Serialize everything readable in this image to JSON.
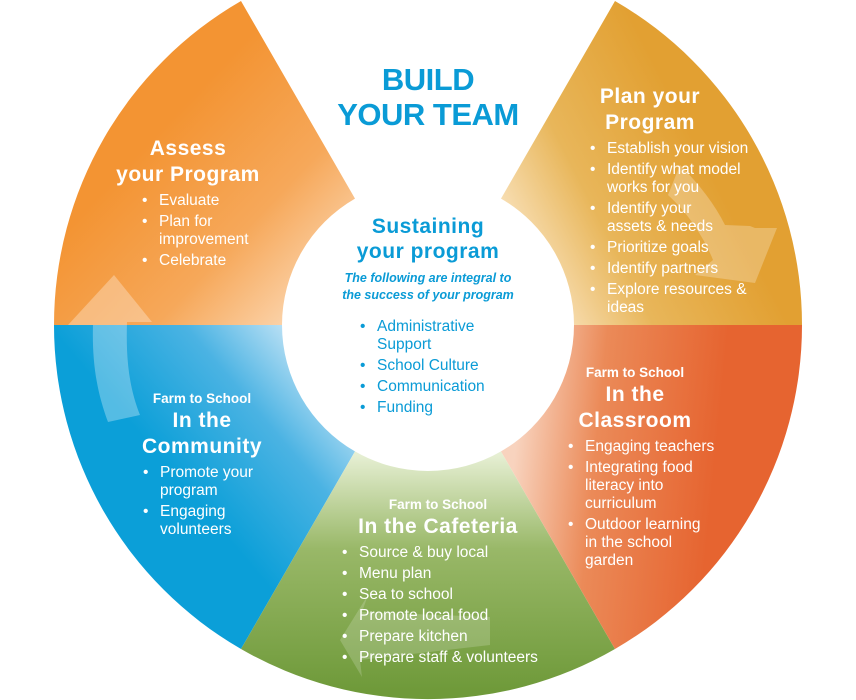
{
  "title": {
    "line1": "BUILD",
    "line2": "YOUR TEAM"
  },
  "colors": {
    "title_blue": "#0A9BD6",
    "orange": "#F39433",
    "gold": "#E2A032",
    "red_orange": "#E66430",
    "blue": "#0B9FD8",
    "green": "#6F9A3A"
  },
  "center": {
    "title_line1": "Sustaining",
    "title_line2": "your program",
    "subtitle_line1": "The following are integral to",
    "subtitle_line2": "the success of your program",
    "items": [
      "Administrative Support",
      "School Culture",
      "Communication",
      "Funding"
    ]
  },
  "assess": {
    "title_line1": "Assess",
    "title_line2": "your Program",
    "items": [
      "Evaluate",
      "Plan for improvement",
      "Celebrate"
    ]
  },
  "plan": {
    "title_line1": "Plan your",
    "title_line2": "Program",
    "items": [
      "Establish your vision",
      "Identify what model works for you",
      "Identify your assets & needs",
      "Prioritize goals",
      "Identify partners",
      "Explore resources & ideas"
    ]
  },
  "community": {
    "kicker": "Farm to School",
    "title_line1": "In the",
    "title_line2": "Community",
    "items": [
      "Promote your program",
      "Engaging volunteers"
    ]
  },
  "cafeteria": {
    "kicker": "Farm to School",
    "title_line1": "In the Cafeteria",
    "items": [
      "Source & buy local",
      "Menu plan",
      "Sea to school",
      "Promote local food",
      "Prepare kitchen",
      "Prepare staff & volunteers"
    ]
  },
  "classroom": {
    "kicker": "Farm to School",
    "title_line1": "In the",
    "title_line2": "Classroom",
    "items": [
      "Engaging teachers",
      "Integrating food literacy into curriculum",
      "Outdoor learning in the school garden"
    ]
  }
}
